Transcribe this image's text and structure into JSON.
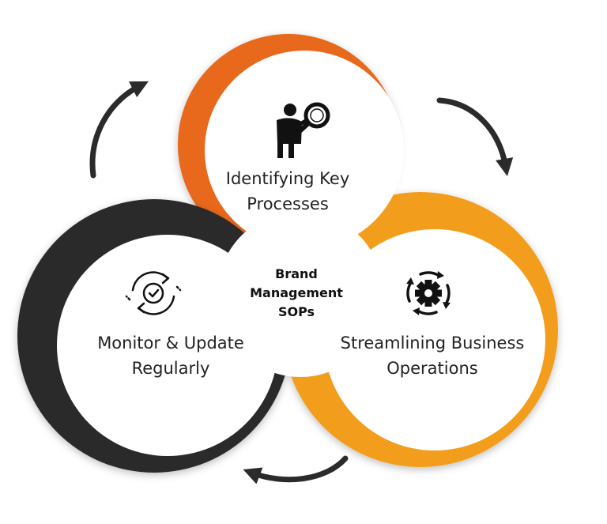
{
  "center": {
    "lines": [
      "Brand",
      "Management",
      "SOPs"
    ]
  },
  "stages": [
    {
      "id": "top",
      "lines": [
        "Identifying Key",
        "Processes"
      ],
      "icon": "person-magnifier-icon",
      "color": "#E8681A"
    },
    {
      "id": "right",
      "lines": [
        "Streamlining Business",
        "Operations"
      ],
      "icon": "gear-cycle-icon",
      "color": "#F29D1A"
    },
    {
      "id": "left",
      "lines": [
        "Monitor & Update",
        "Regularly"
      ],
      "icon": "refresh-check-icon",
      "color": "#2B2B2B"
    }
  ],
  "arrow_color": "#2B2B2B"
}
